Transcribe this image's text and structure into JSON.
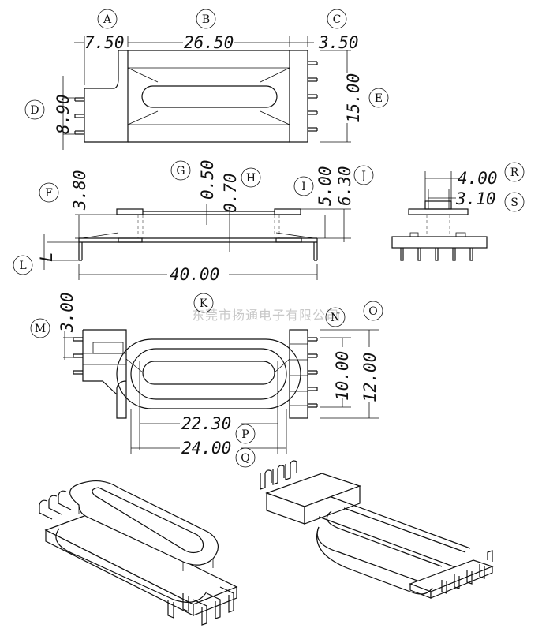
{
  "watermark": "东莞市扬通电子有限公司",
  "dimensions": {
    "top_left_width": "7.50",
    "top_middle_length": "26.50",
    "top_right_width": "3.50",
    "pin_span_left": "8.90",
    "pin_span_right": "15.00",
    "front_height": "3.80",
    "flange_thickness": "0.50",
    "plate_thickness": "0.70",
    "height_a": "5.00",
    "height_b": "6.30",
    "total_length": "40.00",
    "side_width_a": "4.00",
    "side_width_b": "3.10",
    "pin_pitch_bottom": "3.00",
    "inner_length": "22.30",
    "outer_length": "24.00",
    "inner_width": "10.00",
    "outer_width": "12.00",
    "lead_label": "L"
  },
  "bubbles": [
    "A",
    "B",
    "C",
    "D",
    "E",
    "F",
    "G",
    "H",
    "I",
    "J",
    "K",
    "L",
    "M",
    "N",
    "O",
    "P",
    "Q",
    "R",
    "S"
  ]
}
